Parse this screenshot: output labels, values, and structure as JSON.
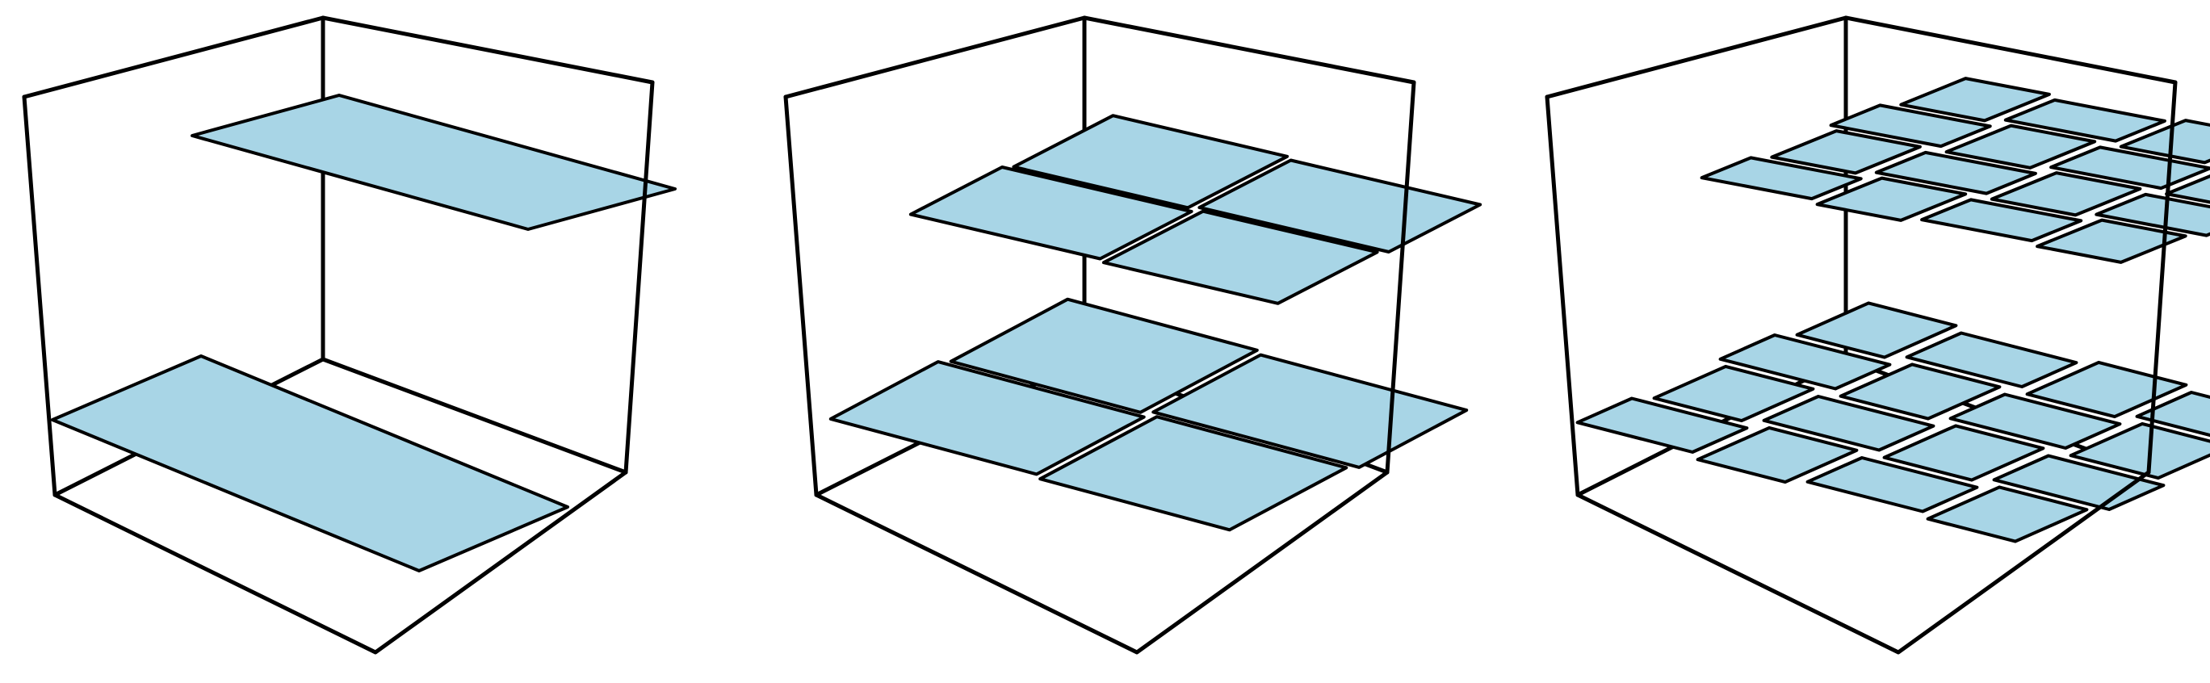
{
  "figure": {
    "panel_count": 3,
    "colors": {
      "background": "#ffffff",
      "stroke": "#000000",
      "fill": "#a8d5e6"
    },
    "panels": [
      {
        "name": "panel-1",
        "upper_grid": 1,
        "lower_grid": 1
      },
      {
        "name": "panel-2",
        "upper_grid": 2,
        "lower_grid": 2
      },
      {
        "name": "panel-3",
        "upper_grid": 4,
        "lower_grid": 4
      }
    ]
  }
}
